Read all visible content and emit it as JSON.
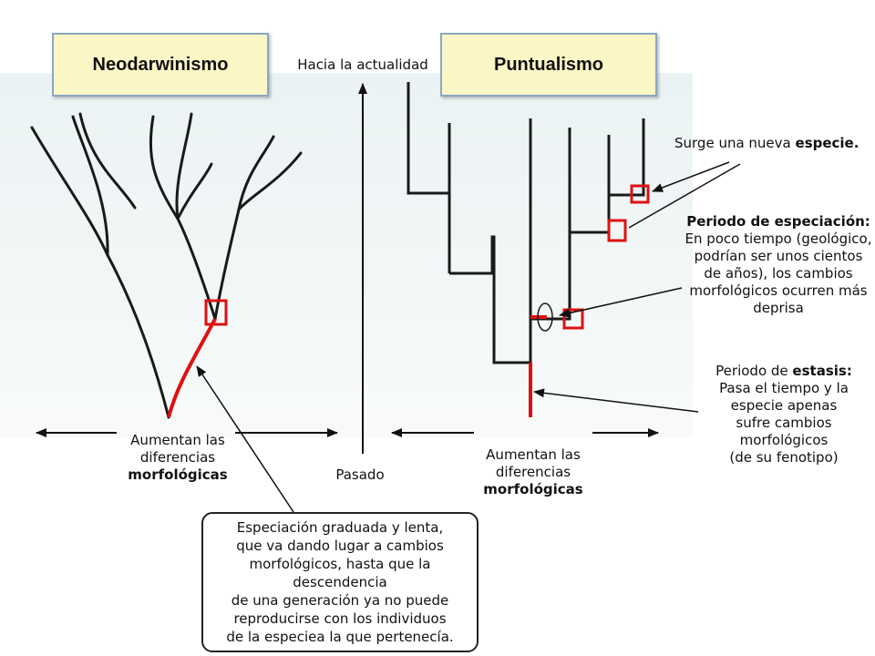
{
  "titles": {
    "left": "Neodarwinismo",
    "right": "Puntualismo"
  },
  "axis": {
    "top_label": "Hacia la actualidad",
    "bottom_label": "Pasado"
  },
  "left_bottom": {
    "line1": "Aumentan las",
    "line2": "diferencias",
    "line3": "morfológicas"
  },
  "right_bottom": {
    "line1": "Aumentan las",
    "line2": "diferencias",
    "line3": "morfológicas"
  },
  "new_species": {
    "text": "Surge una nueva ",
    "bold": "especie."
  },
  "speciation": {
    "bold": "Periodo de especiación:",
    "lines": [
      "En poco tiempo (geológico,",
      "podrían ser unos cientos",
      "de años), los cambios",
      "morfológicos ocurren más",
      "deprisa"
    ]
  },
  "stasis": {
    "prefix": "Periodo de ",
    "bold": "estasis:",
    "lines": [
      "Pasa el tiempo y la",
      "especie apenas",
      "sufre cambios",
      "morfológicos",
      "(de su fenotipo)"
    ]
  },
  "gradual_note": {
    "lines": [
      "Especiación graduada y lenta,",
      "que va dando lugar a cambios",
      "morfológicos, hasta que la descendencia",
      "de una generación ya no puede",
      "reproducirse con los individuos",
      "de la especiea la que pertenecía."
    ]
  },
  "colors": {
    "highlight": "#dd1111",
    "box_fill": "#fbf6c6",
    "box_border": "#8aa7c4",
    "line": "#1a1a1a"
  }
}
